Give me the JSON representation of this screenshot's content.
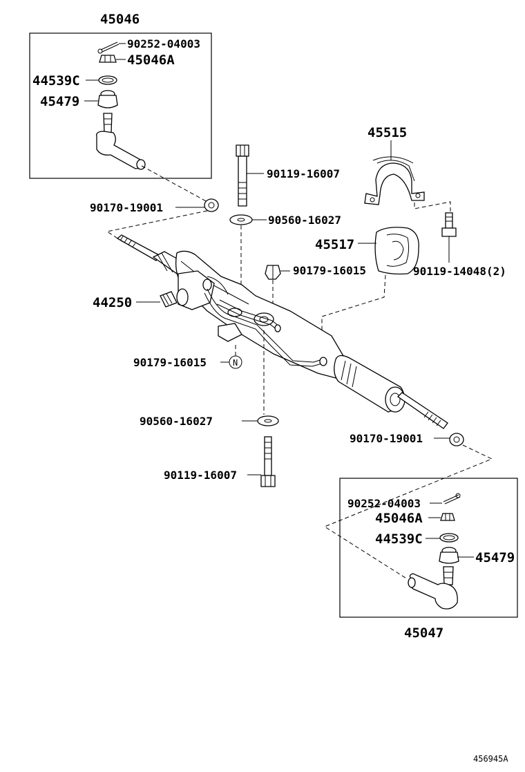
{
  "diagram": {
    "groups": {
      "left_tie_rod_end": "45046",
      "right_tie_rod_end": "45047"
    },
    "callouts": {
      "cotter_pin_top": "90252-04003",
      "nut_top": "45046A",
      "ring_top": "44539C",
      "boot_top": "45479",
      "bolt_upper": "90119-16007",
      "lock_nut_left": "90170-19001",
      "washer_upper": "90560-16027",
      "bracket": "45515",
      "bushing": "45517",
      "nut_center": "90179-16015",
      "stud_bolt": "90119-14048(2)",
      "gear_assy": "44250",
      "nut_lower": "90179-16015",
      "washer_lower": "90560-16027",
      "bolt_lower": "90119-16007",
      "lock_nut_right": "90170-19001",
      "cotter_pin_bottom": "90252-04003",
      "nut_bottom": "45046A",
      "ring_bottom": "44539C",
      "boot_bottom": "45479"
    },
    "marker_letter": "N",
    "figure_code": "456945A"
  }
}
